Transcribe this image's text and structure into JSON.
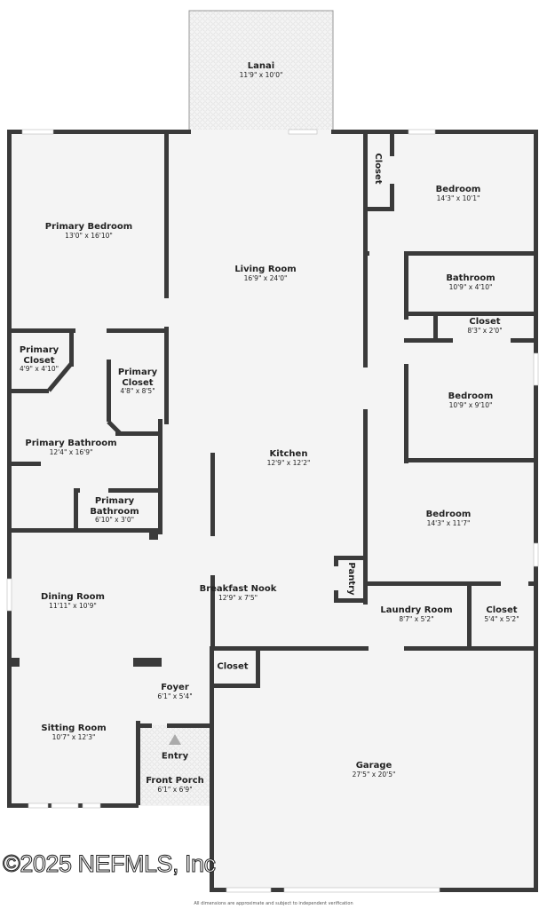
{
  "colors": {
    "wall": "#3a3a3a",
    "floor": "#f4f4f4",
    "tile": "#e6e6e6"
  },
  "rooms": [
    {
      "name": "Lanai",
      "dims": "11'9\" x 10'0\""
    },
    {
      "name": "Primary Bedroom",
      "dims": "13'0\" x 16'10\""
    },
    {
      "name": "Living Room",
      "dims": "16'9\" x 24'0\""
    },
    {
      "name": "Closet",
      "dims": ""
    },
    {
      "name": "Bedroom",
      "dims": "14'3\" x 10'1\""
    },
    {
      "name": "Bathroom",
      "dims": "10'9\" x 4'10\""
    },
    {
      "name": "Closet",
      "dims": "8'3\" x 2'0\""
    },
    {
      "name": "Primary Closet",
      "dims": "4'9\" x 4'10\""
    },
    {
      "name": "Primary Closet",
      "dims": "4'8\" x 8'5\""
    },
    {
      "name": "Bedroom",
      "dims": "10'9\" x 9'10\""
    },
    {
      "name": "Primary Bathroom",
      "dims": "12'4\" x 16'9\""
    },
    {
      "name": "Kitchen",
      "dims": "12'9\" x 12'2\""
    },
    {
      "name": "Primary Bathroom",
      "dims": "6'10\" x 3'0\""
    },
    {
      "name": "Bedroom",
      "dims": "14'3\" x 11'7\""
    },
    {
      "name": "Pantry",
      "dims": ""
    },
    {
      "name": "Dining Room",
      "dims": "11'11\" x 10'9\""
    },
    {
      "name": "Breakfast Nook",
      "dims": "12'9\" x 7'5\""
    },
    {
      "name": "Laundry Room",
      "dims": "8'7\" x 5'2\""
    },
    {
      "name": "Closet",
      "dims": "5'4\" x 5'2\""
    },
    {
      "name": "Closet",
      "dims": ""
    },
    {
      "name": "Foyer",
      "dims": "6'1\" x 5'4\""
    },
    {
      "name": "Sitting Room",
      "dims": "10'7\" x 12'3\""
    },
    {
      "name": "Entry",
      "dims": ""
    },
    {
      "name": "Front Porch",
      "dims": "6'1\" x 6'9\""
    },
    {
      "name": "Garage",
      "dims": "27'5\" x 20'5\""
    }
  ],
  "watermark": "©2025 NEFMLS, Inc",
  "disclaimer": "All dimensions are approximate and subject to independent verification"
}
